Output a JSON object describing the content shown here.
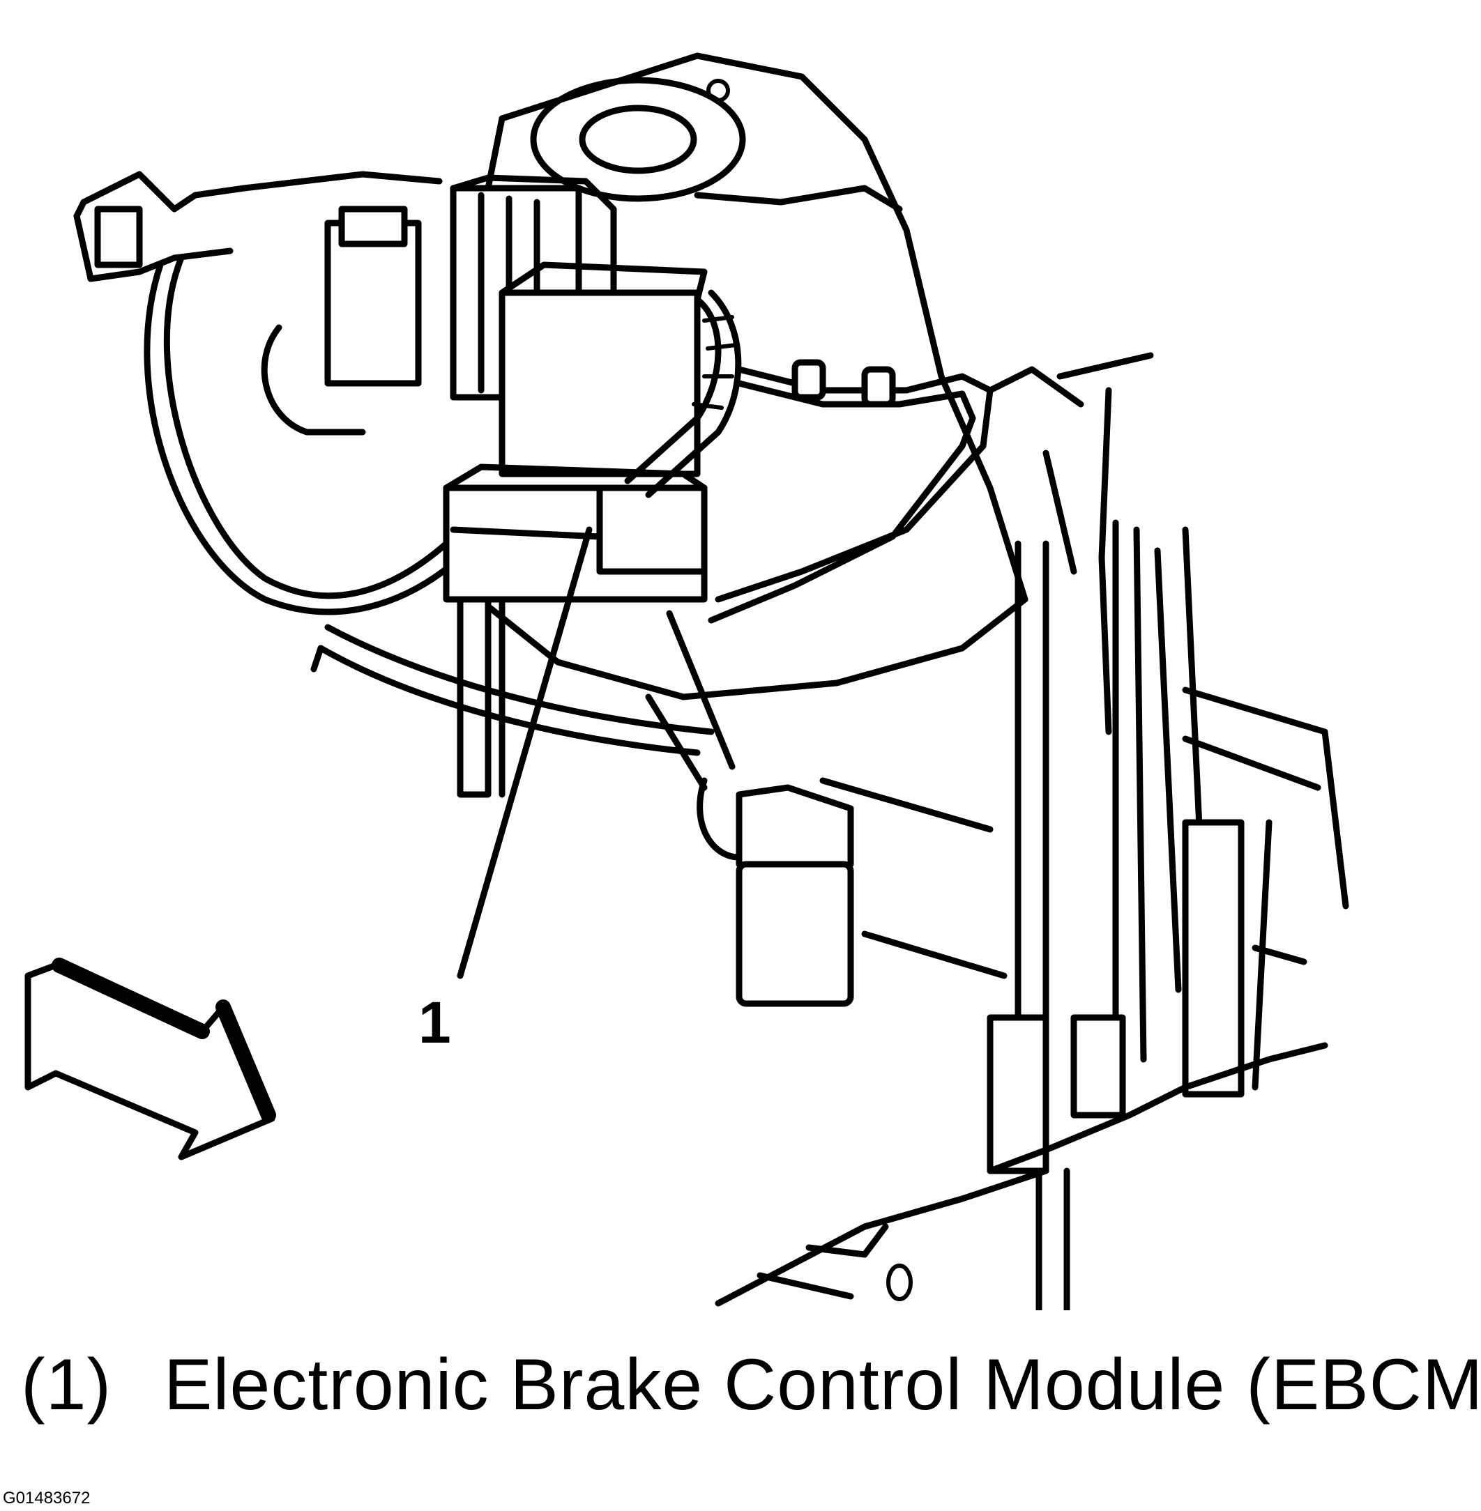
{
  "callout": {
    "number": "1"
  },
  "legend": {
    "number": "(1)",
    "label": "Electronic Brake Control Module (EBCM)"
  },
  "figure_id": "G01483672"
}
